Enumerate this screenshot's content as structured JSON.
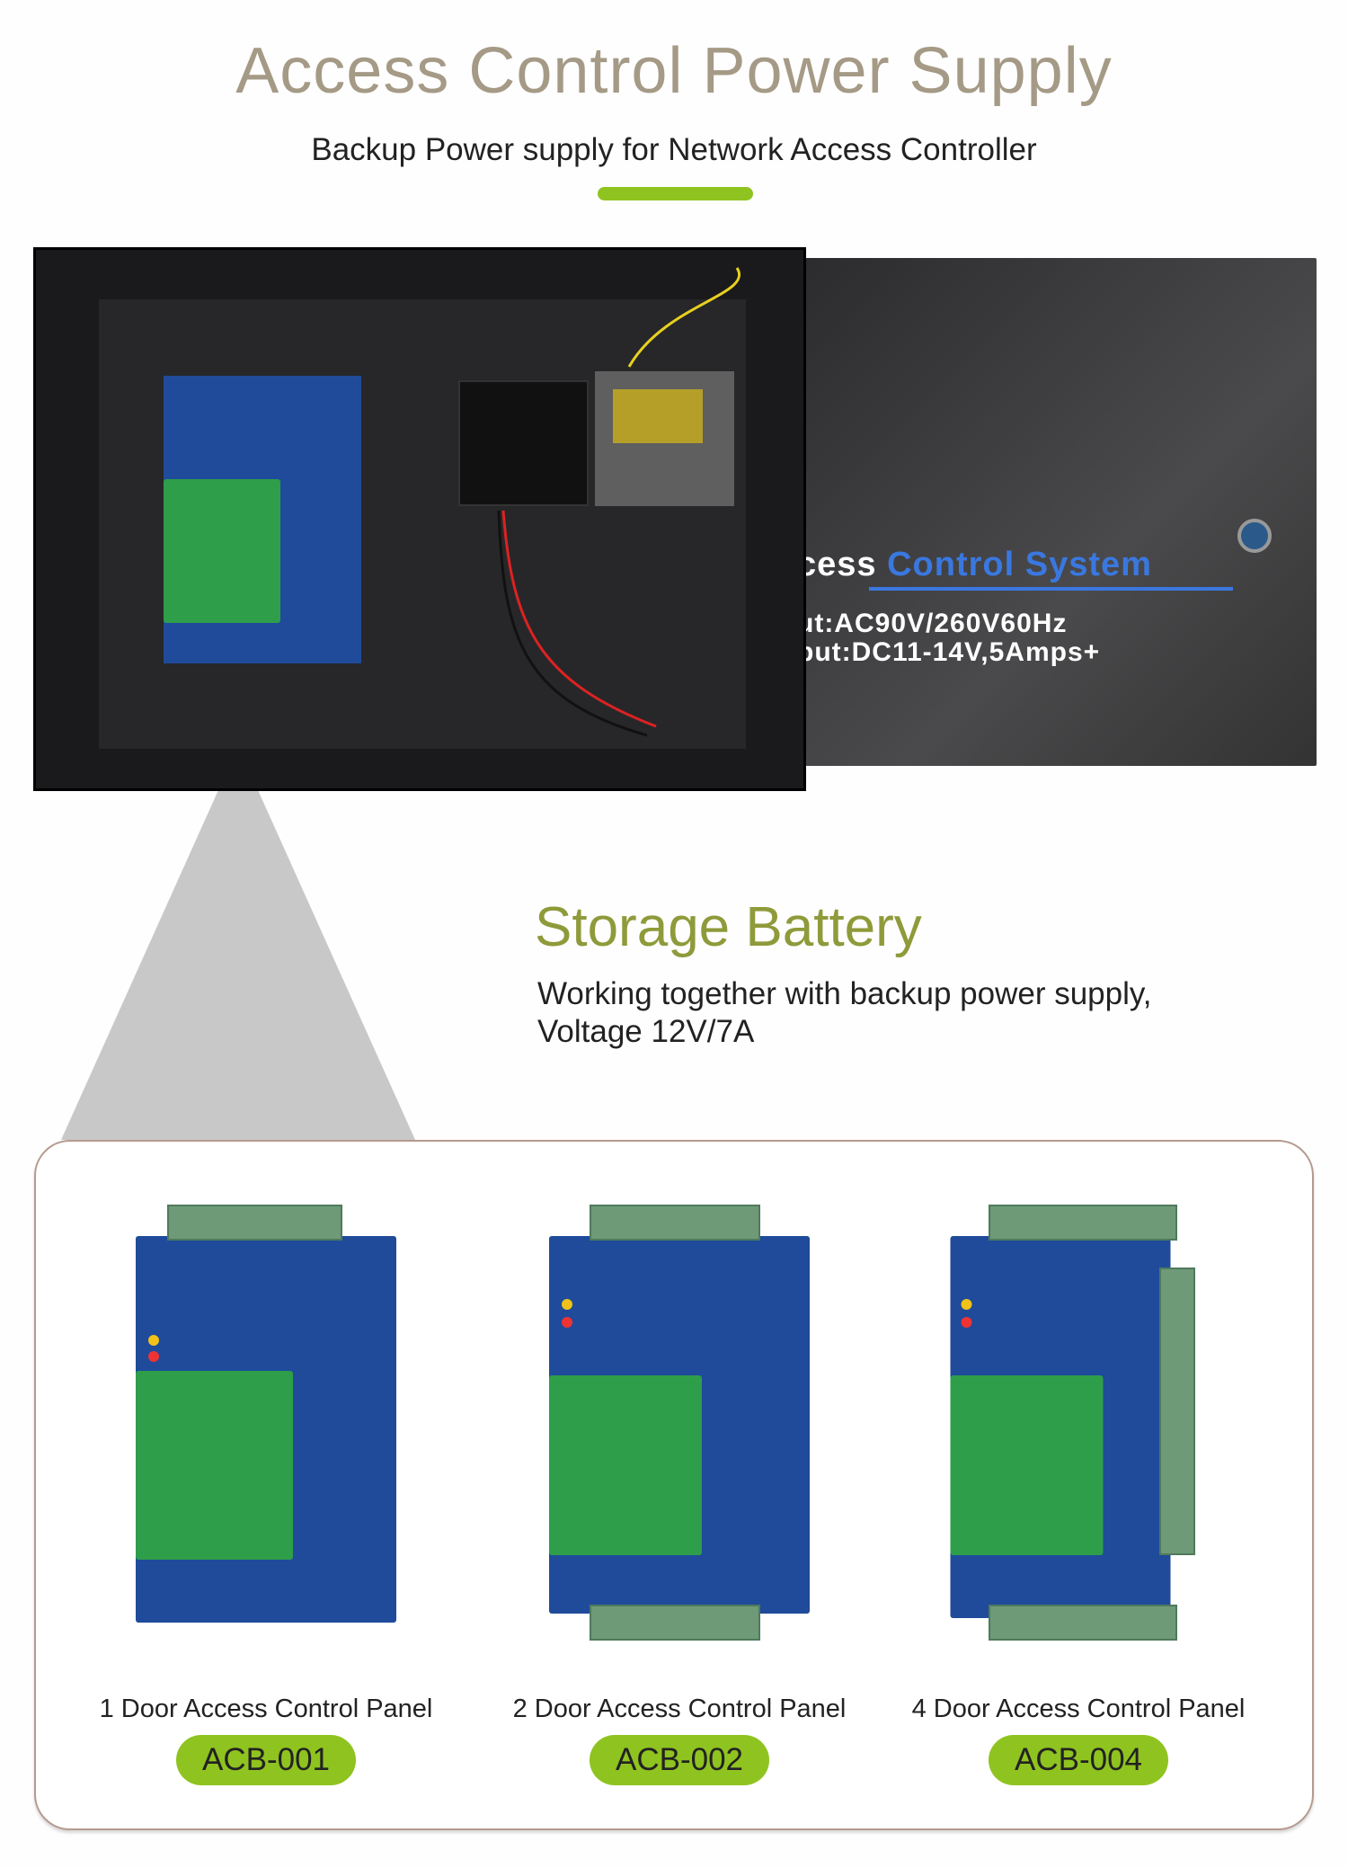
{
  "header": {
    "title": "Access Control Power Supply",
    "subtitle": "Backup Power supply for Network Access Controller"
  },
  "photo": {
    "lid_line1_a": "cess ",
    "lid_line1_b": "Control System",
    "lid_line2": "ut:AC90V/260V60Hz",
    "lid_line3": "put:DC11-14V,5Amps+"
  },
  "battery": {
    "title": "Storage Battery",
    "desc_line1": "Working together with backup power supply,",
    "desc_line2": "Voltage 12V/7A"
  },
  "products": [
    {
      "label": "1 Door Access Control Panel",
      "model": "ACB-001"
    },
    {
      "label": "2 Door Access Control Panel",
      "model": "ACB-002"
    },
    {
      "label": "4 Door Access Control Panel",
      "model": "ACB-004"
    }
  ],
  "colors": {
    "accent": "#8fc31f",
    "title": "#a59a86",
    "battery_title": "#8f9a3a"
  }
}
